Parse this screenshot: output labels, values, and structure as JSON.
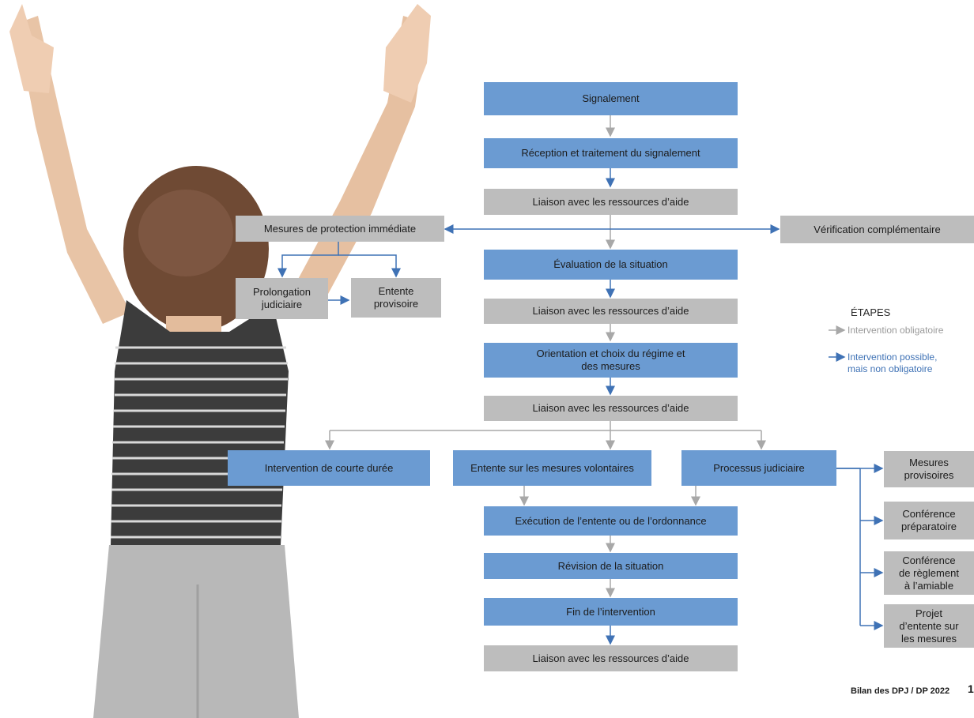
{
  "colors": {
    "blue_box": "#6b9bd2",
    "gray_box": "#bdbdbd",
    "arrow_gray": "#a8a8a8",
    "arrow_blue": "#3f72b5",
    "legend_gray_text": "#9a9a9a",
    "legend_blue_text": "#3f72b5"
  },
  "steps": {
    "signalement": "Signalement",
    "reception": "Réception et traitement du signalement",
    "liaison_1": "Liaison avec les ressources d’aide",
    "mesures_protection": "Mesures de protection immédiate",
    "verification": "Vérification complémentaire",
    "prolongation": "Prolongation\njudiciaire",
    "entente_provisoire": "Entente\nprovisoire",
    "evaluation": "Évaluation de la situation",
    "liaison_2": "Liaison avec les ressources d’aide",
    "orientation": "Orientation et choix du régime et\ndes mesures",
    "liaison_3": "Liaison avec les ressources d’aide",
    "courte_duree": "Intervention de courte durée",
    "entente_volontaires": "Entente sur les mesures volontaires",
    "processus_judiciaire": "Processus judiciaire",
    "mesures_provisoires": "Mesures\nprovisoires",
    "conference_preparatoire": "Conférence\npréparatoire",
    "conference_reglement": "Conférence\nde règlement\nà l’amiable",
    "projet_entente": "Projet\nd’entente sur\nles mesures",
    "execution": "Exécution de l’entente ou de l’ordonnance",
    "revision": "Révision de la situation",
    "fin": "Fin de l’intervention",
    "liaison_4": "Liaison avec les ressources d’aide"
  },
  "legend": {
    "title": "ÉTAPES",
    "mandatory": "Intervention obligatoire",
    "optional": "Intervention possible,\nmais non obligatoire"
  },
  "footer": {
    "source": "Bilan des DPJ / DP 2022",
    "page_number": "1"
  }
}
